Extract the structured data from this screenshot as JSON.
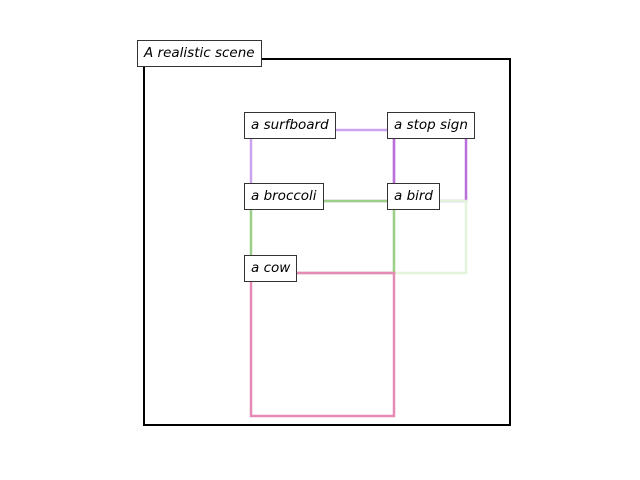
{
  "scene": {
    "title": "A realistic scene"
  },
  "boxes": [
    {
      "id": "surfboard",
      "label": "a surfboard",
      "color": "#cca3f0"
    },
    {
      "id": "stop-sign",
      "label": "a stop sign",
      "color": "#b870d8"
    },
    {
      "id": "broccoli",
      "label": "a broccoli",
      "color": "#9ccf87"
    },
    {
      "id": "bird",
      "label": "a bird",
      "color": "#e3f3dc"
    },
    {
      "id": "cow",
      "label": "a cow",
      "color": "#e68ab5"
    }
  ]
}
